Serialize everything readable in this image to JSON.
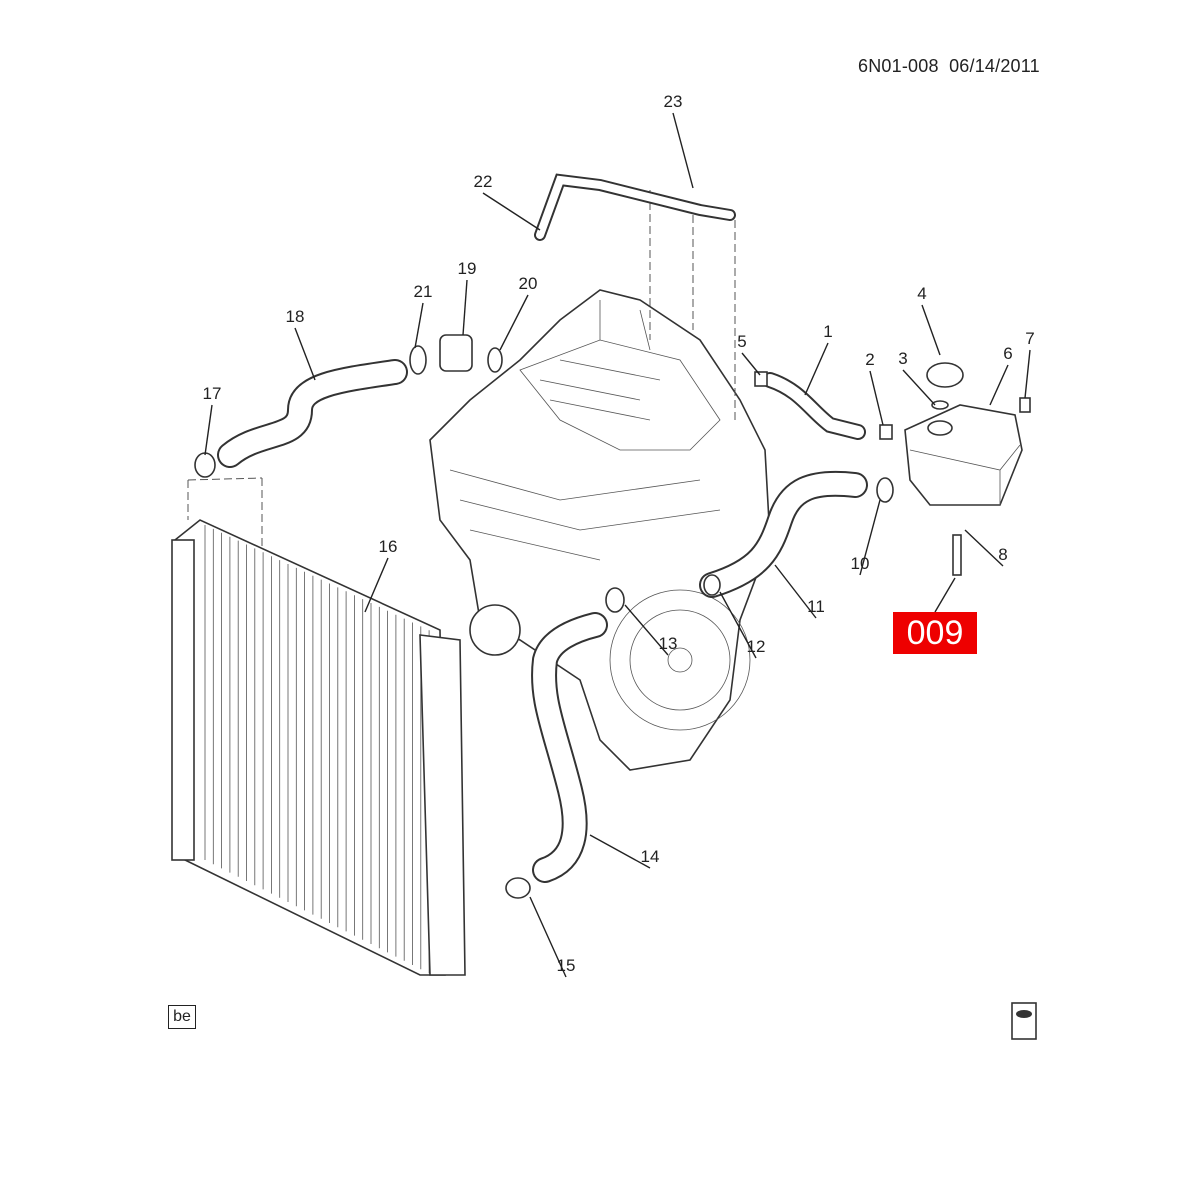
{
  "header": {
    "diagram_id": "6N01-008",
    "date": "06/14/2011"
  },
  "highlight_badge": {
    "label": "009",
    "color": "#ee0000"
  },
  "footer": {
    "left_symbol": "be",
    "right_icon": "fluid-reservoir-icon"
  },
  "callouts": [
    "1",
    "2",
    "3",
    "4",
    "5",
    "6",
    "7",
    "8",
    "10",
    "11",
    "12",
    "13",
    "14",
    "15",
    "16",
    "17",
    "18",
    "19",
    "20",
    "21",
    "22",
    "23"
  ]
}
